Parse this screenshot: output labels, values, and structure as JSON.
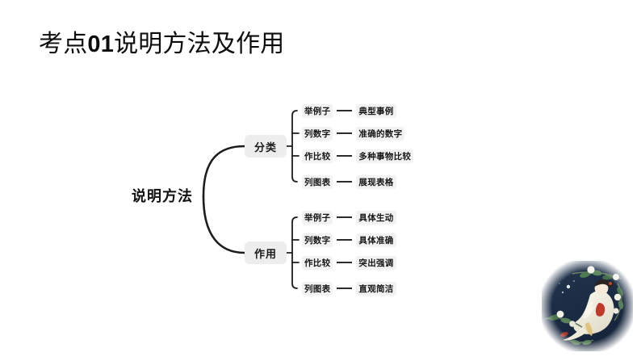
{
  "slide": {
    "title_prefix": "考点",
    "title_number": "01",
    "title_suffix": "说明方法及作用",
    "background_color": "#ffffff"
  },
  "diagram": {
    "type": "mind-map",
    "root": {
      "label": "说明方法"
    },
    "branches": [
      {
        "label": "分类",
        "items": [
          {
            "key": "举例子",
            "value": "典型事例"
          },
          {
            "key": "列数字",
            "value": "准确的数字"
          },
          {
            "key": "作比较",
            "value": "多种事物比较"
          },
          {
            "key": "列图表",
            "value": "展现表格"
          }
        ]
      },
      {
        "label": "作用",
        "items": [
          {
            "key": "举例子",
            "value": "具体生动"
          },
          {
            "key": "列数字",
            "value": "具体准确"
          },
          {
            "key": "作比较",
            "value": "突出强调"
          },
          {
            "key": "列图表",
            "value": "直观简洁"
          }
        ]
      }
    ],
    "node_fill_color": "#ededed",
    "leaf_fill_color": "#f2f2f2",
    "line_color": "#1c1c1c"
  },
  "decoration": {
    "image_name": "chinese-painting-lady-moon",
    "sky_color": "#1d2f4a",
    "robe_color": "#f4f1e6",
    "sash_color": "#c0392b",
    "leaf_color": "#4f7a52"
  }
}
